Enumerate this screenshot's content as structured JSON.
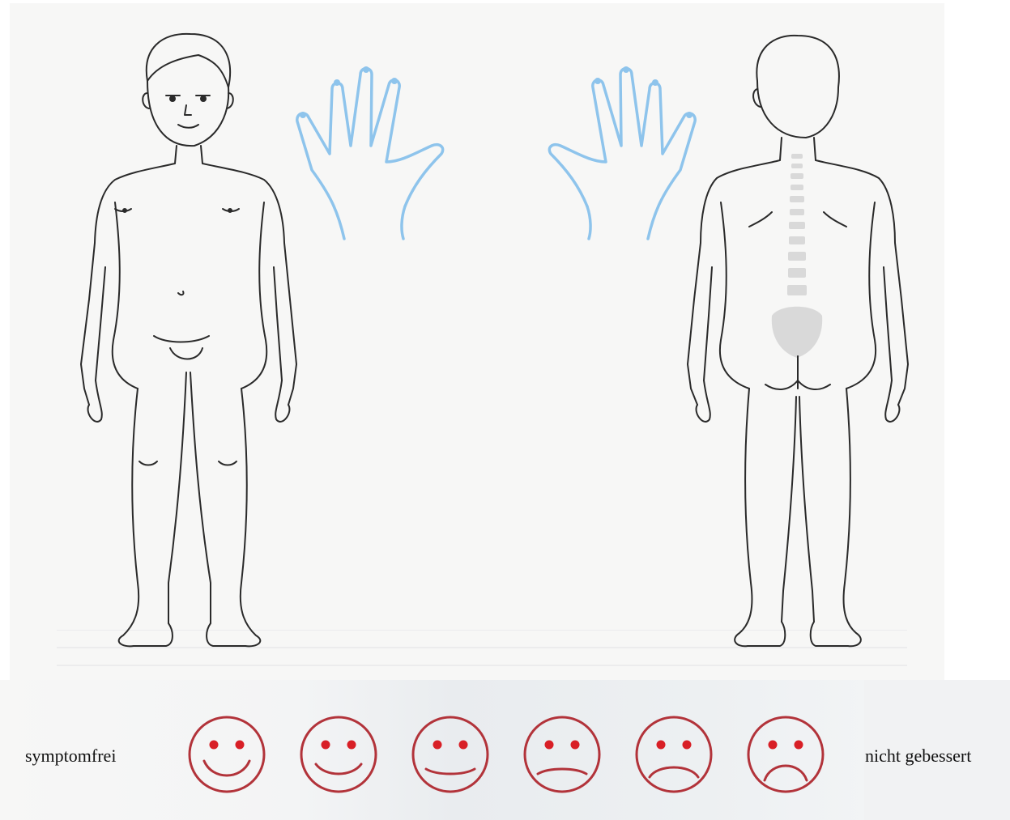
{
  "scale": {
    "left_label": "symptomfrei",
    "right_label": "nicht gebessert",
    "faces": [
      {
        "name": "face-very-happy",
        "mood": "very-happy"
      },
      {
        "name": "face-happy",
        "mood": "happy"
      },
      {
        "name": "face-slightly-happy",
        "mood": "slightly-happy"
      },
      {
        "name": "face-slightly-sad",
        "mood": "slightly-sad"
      },
      {
        "name": "face-sad",
        "mood": "sad"
      },
      {
        "name": "face-very-sad",
        "mood": "very-sad"
      }
    ]
  },
  "colors": {
    "outline": "#2a2a2a",
    "hands": "#8ec4ec",
    "face_ring": "#b2333a",
    "face_eyes": "#d81f26",
    "spine": "#cfcfcf"
  }
}
